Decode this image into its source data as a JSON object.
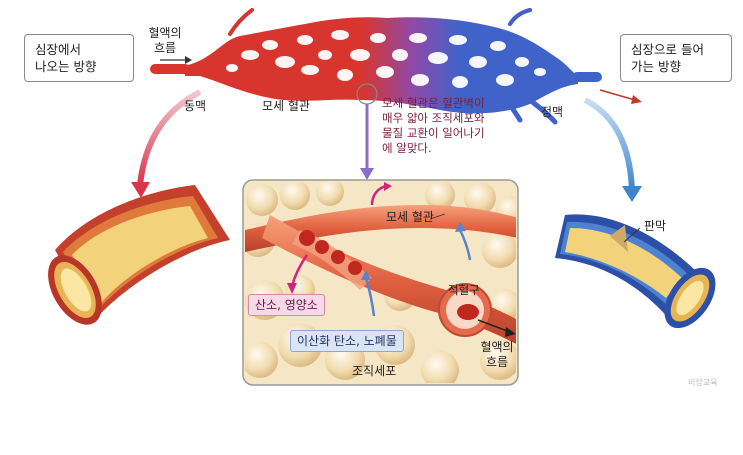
{
  "labels": {
    "heart_out": "심장에서\n나오는 방향",
    "heart_in": "심장으로 들어\n가는 방향",
    "flow_top": "혈액의\n흐름",
    "artery": "동맥",
    "capillary": "모세 혈관",
    "vein": "정맥",
    "note": "모세 혈관은 혈관벽이\n매우 얇아 조직세포와\n물질 교환이 일어나기\n에 알맞다.",
    "inset_capillary": "모세 혈관",
    "plaque": "판막",
    "oxygen_nutrients": "산소, 영양소",
    "co2_waste": "이산화 탄소, 노폐물",
    "rbc": "적혈구",
    "flow_inset": "혈액의\n흐름",
    "tissue_cells": "조직세포",
    "watermark": "비상교육"
  },
  "colors": {
    "artery": "#d8352e",
    "vein": "#3f63c8",
    "note_text": "#7a1f3a",
    "arrow_purple": "#8e6cc9",
    "tag_pink_bg": "#f5d9e6",
    "tag_blue_bg": "#dbe4f5"
  }
}
